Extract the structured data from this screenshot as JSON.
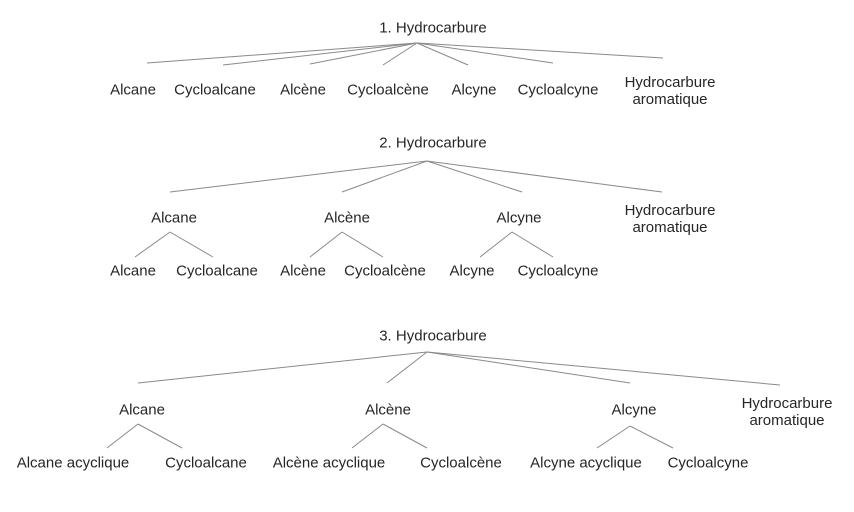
{
  "page": {
    "background": "#ffffff",
    "text_color": "#262626",
    "line_color": "#8a8a8a"
  },
  "tree1": {
    "title": "1. Hydrocarbure",
    "children": [
      "Alcane",
      "Cycloalcane",
      "Alcène",
      "Cycloalcène",
      "Alcyne",
      "Cycloalcyne",
      "Hydrocarbure aromatique"
    ]
  },
  "tree2": {
    "title": "2. Hydrocarbure",
    "branches": [
      {
        "label": "Alcane",
        "children": [
          "Alcane",
          "Cycloalcane"
        ]
      },
      {
        "label": "Alcène",
        "children": [
          "Alcène",
          "Cycloalcène"
        ]
      },
      {
        "label": "Alcyne",
        "children": [
          "Alcyne",
          "Cycloalcyne"
        ]
      },
      {
        "label": "Hydrocarbure aromatique",
        "children": []
      }
    ]
  },
  "tree3": {
    "title": "3. Hydrocarbure",
    "branches": [
      {
        "label": "Alcane",
        "children": [
          "Alcane acyclique",
          "Cycloalcane"
        ]
      },
      {
        "label": "Alcène",
        "children": [
          "Alcène acyclique",
          "Cycloalcène"
        ]
      },
      {
        "label": "Alcyne",
        "children": [
          "Alcyne acyclique",
          "Cycloalcyne"
        ]
      },
      {
        "label": "Hydrocarbure aromatique",
        "children": []
      }
    ]
  }
}
